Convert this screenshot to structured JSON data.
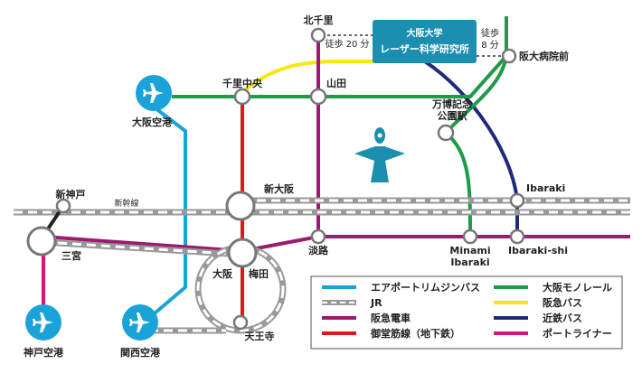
{
  "callout": {
    "line1": "大阪大学",
    "line2": "レーザー科学研究所"
  },
  "walks": {
    "from_kitasenri": "徒歩 20 分",
    "from_handaibyouinmae_1": "徒歩",
    "from_handaibyouinmae_2": "8 分"
  },
  "stations": {
    "kitasenri": "北千里",
    "senrichuo": "千里中央",
    "yamada": "山田",
    "banpaku_1": "万博記念",
    "banpaku_2": "公園駅",
    "handaibyouinmae": "阪大病院前",
    "shinosaka": "新大阪",
    "shinkobe": "新神戸",
    "sannomiya": "三宮",
    "awaji": "淡路",
    "osaka": "大阪",
    "umeda": "梅田",
    "tennoji": "天王寺",
    "ibaraki": "Ibaraki",
    "ibaraki_shi": "Ibaraki-shi",
    "minami_ibaraki_1": "Minami",
    "minami_ibaraki_2": "Ibaraki"
  },
  "airports": {
    "itami": "大阪空港",
    "kobe": "神戸空港",
    "kansai": "関西空港"
  },
  "shinkansen_label": "新幹線",
  "legend": {
    "items": [
      {
        "label": "エアポートリムジンバス",
        "color": "#1aa3d9"
      },
      {
        "label": "JR",
        "color": "#999999"
      },
      {
        "label": "阪急電車",
        "color": "#9b1b6e"
      },
      {
        "label": "御堂筋線（地下鉄）",
        "color": "#e0161b"
      },
      {
        "label": "大阪モノレール",
        "color": "#1f9a48"
      },
      {
        "label": "阪急バス",
        "color": "#f6e711"
      },
      {
        "label": "近鉄バス",
        "color": "#1f2a7a"
      },
      {
        "label": "ポートライナー",
        "color": "#d8137f"
      }
    ]
  },
  "icons": {
    "airport": "airplane-icon",
    "landmark": "tower-of-the-sun-icon"
  }
}
